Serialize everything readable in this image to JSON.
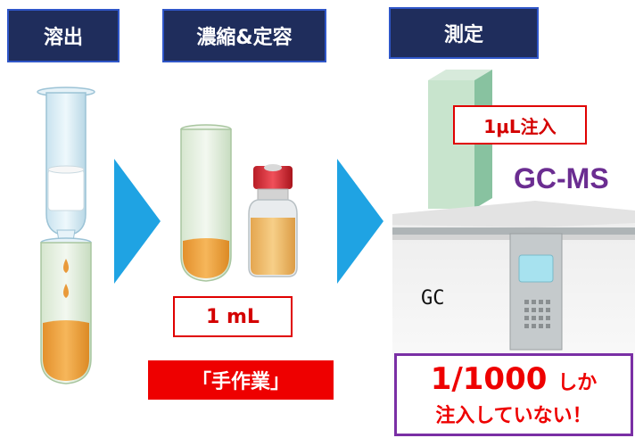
{
  "steps": {
    "elution": "溶出",
    "concentrate": "濃縮&定容",
    "measure": "測定"
  },
  "labels": {
    "volume": "1 mL",
    "manual": "「手作業」",
    "injection": "1μL注入",
    "gcms": "GC-MS",
    "gc": "GC"
  },
  "callout": {
    "ratio": "1/1000",
    "only": "しか",
    "line2": "注入していない！"
  },
  "colors": {
    "header_bg": "#1f2d5c",
    "header_border": "#2f56c8",
    "arrow": "#1fa3e3",
    "liquid": "#f0a13c",
    "alert_red": "#ee0000",
    "gcms_purple": "#6b2d91"
  }
}
